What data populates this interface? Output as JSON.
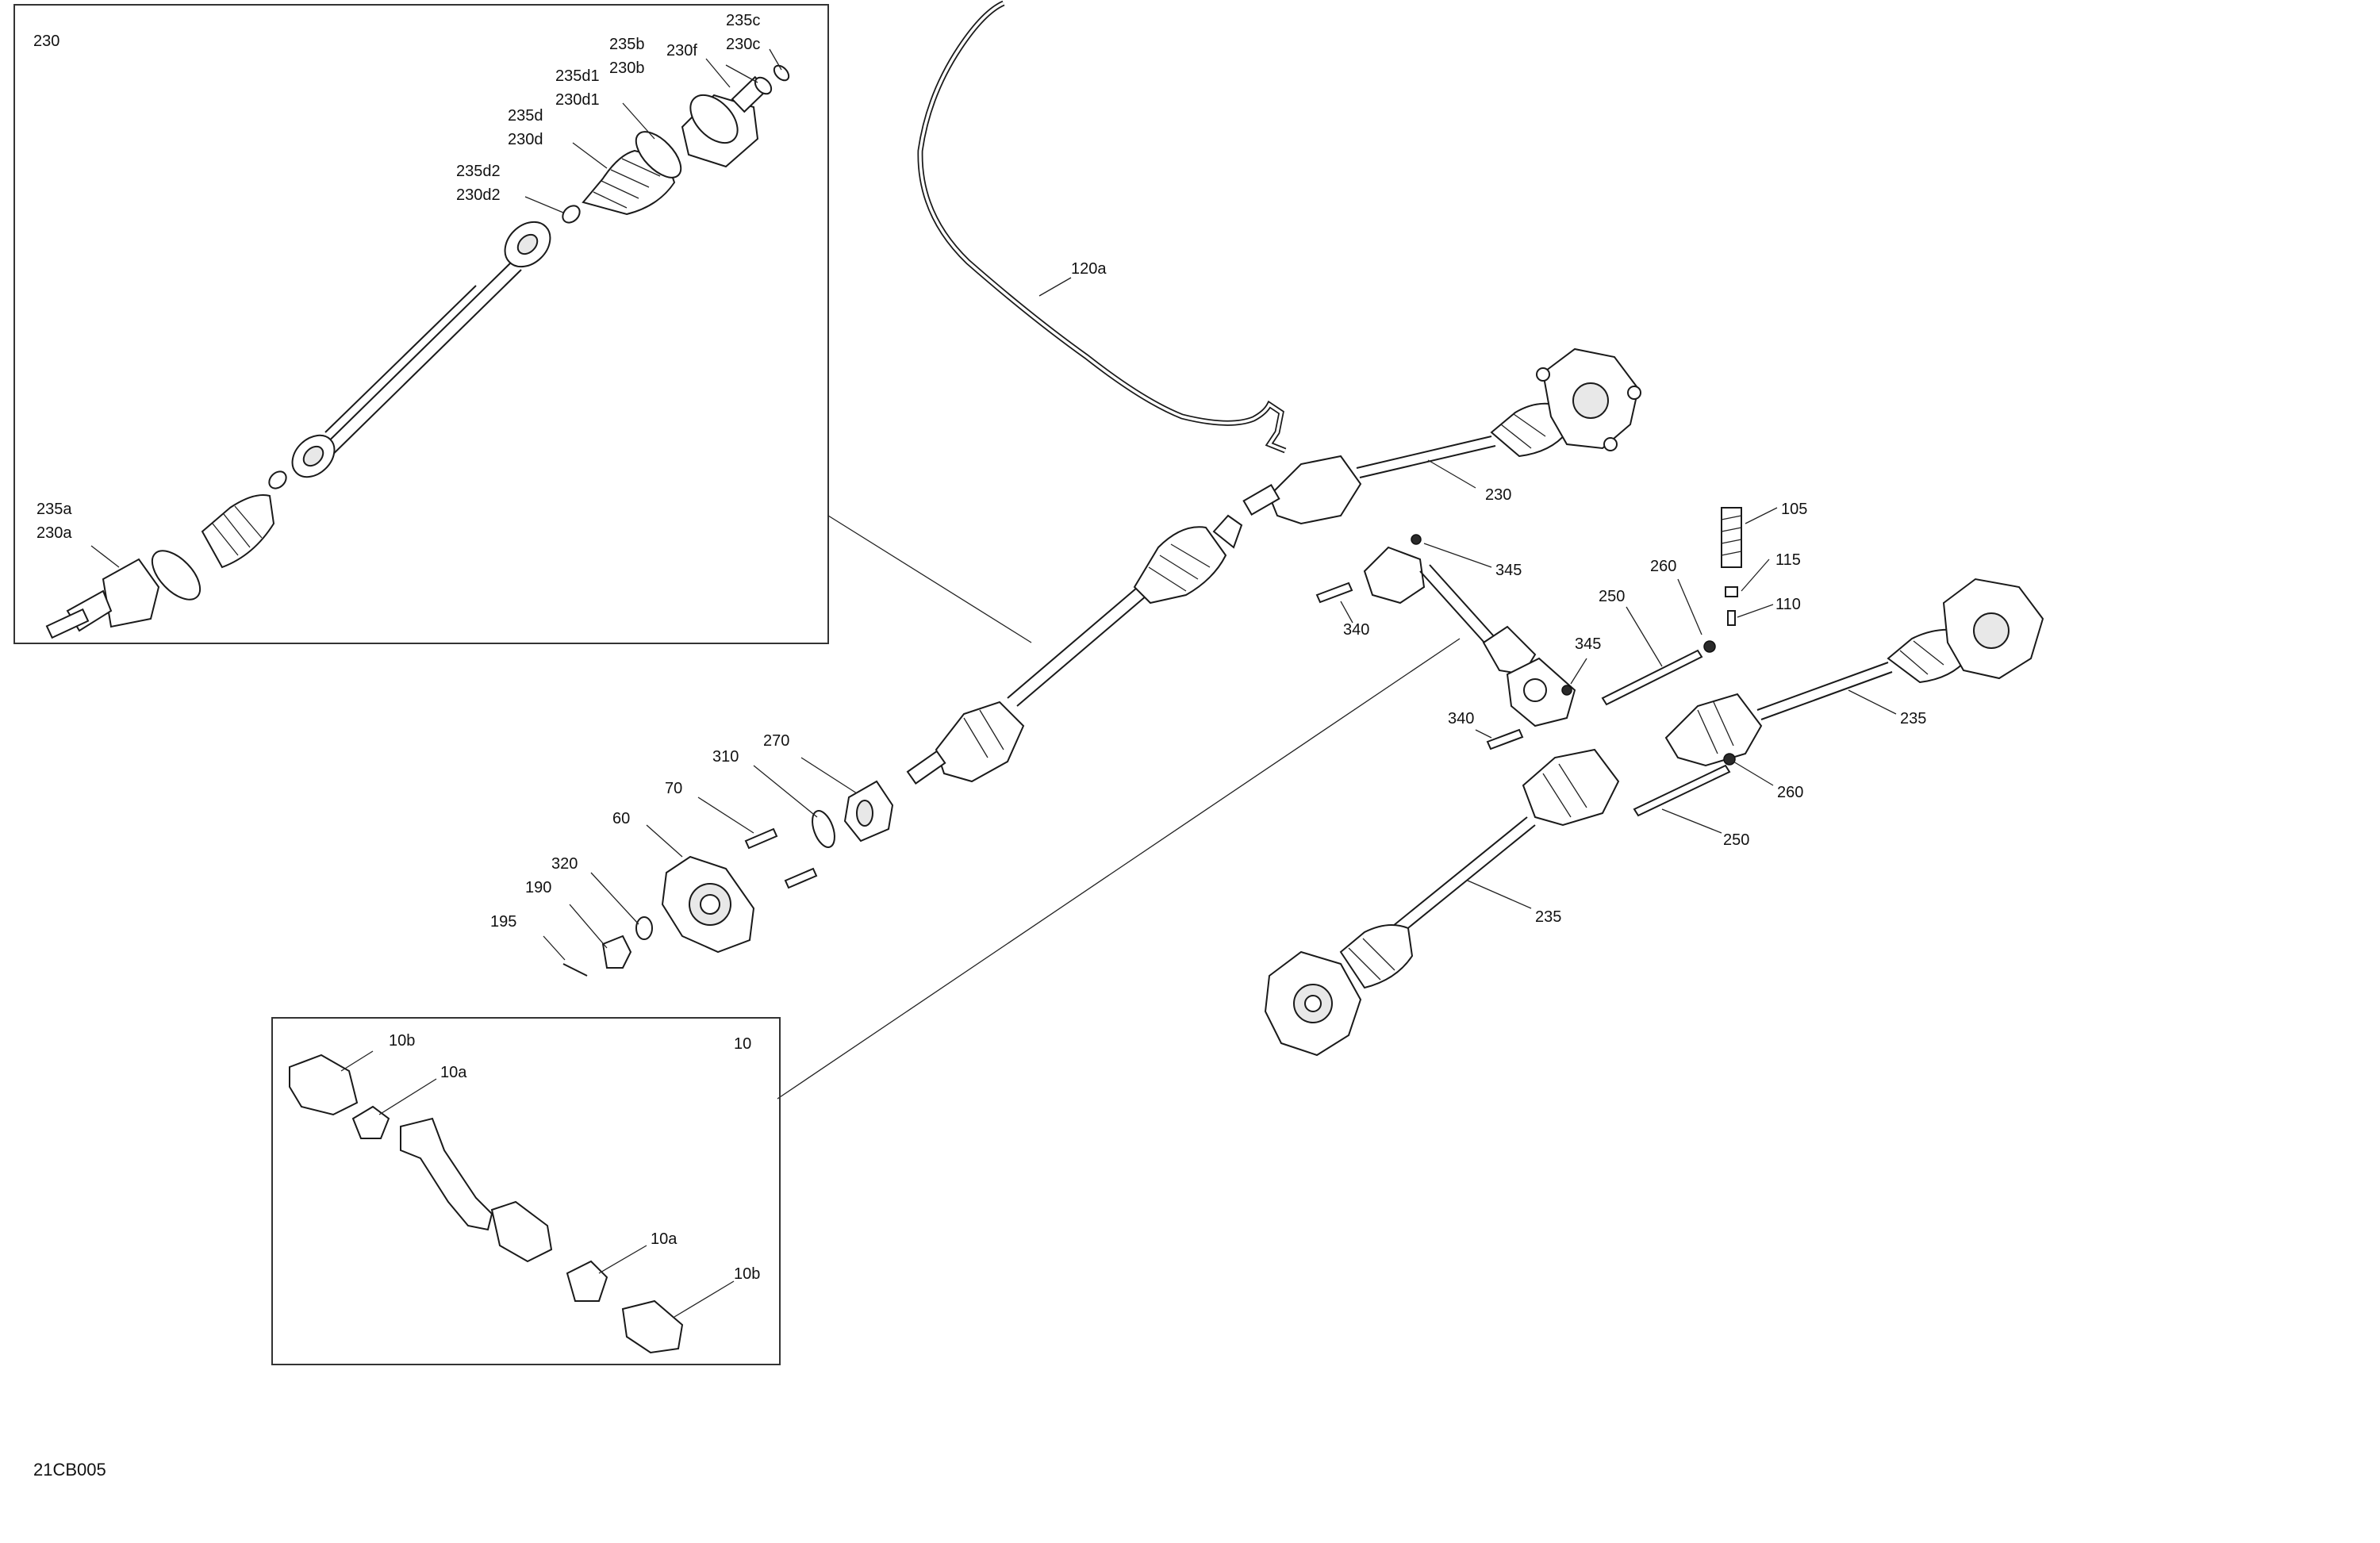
{
  "diagram_code": "21CB005",
  "inset_230": {
    "title": "230",
    "callouts": [
      "235c",
      "230c",
      "235b",
      "230b",
      "230f",
      "235d1",
      "230d1",
      "235d",
      "230d",
      "235d2",
      "230d2",
      "235a",
      "230a"
    ]
  },
  "inset_10": {
    "title": "10",
    "callouts": [
      "10b",
      "10a",
      "10a",
      "10b"
    ]
  },
  "main_callouts": [
    "120a",
    "230",
    "345",
    "340",
    "105",
    "115",
    "110",
    "260",
    "250",
    "345",
    "340",
    "235",
    "270",
    "310",
    "70",
    "60",
    "320",
    "190",
    "195",
    "260",
    "250",
    "235"
  ]
}
